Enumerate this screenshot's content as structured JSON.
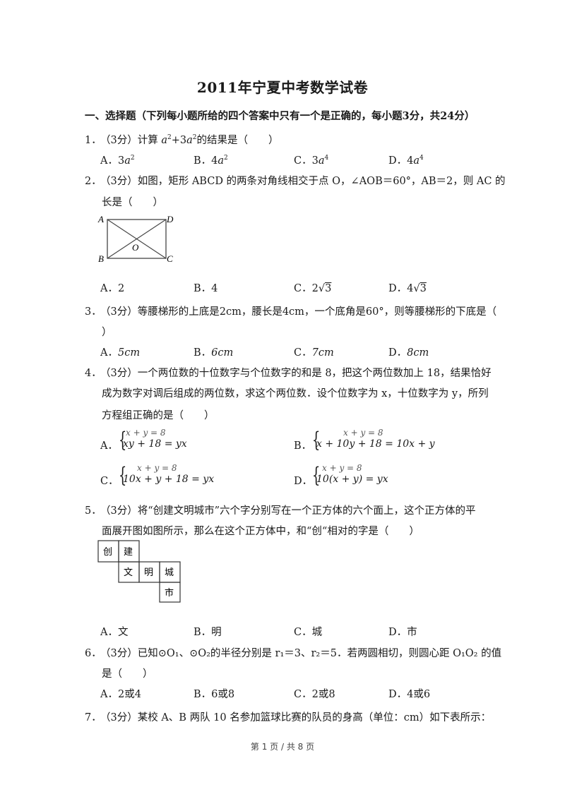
{
  "title": "2011年宁夏中考数学试卷",
  "section": "一、选择题（下列每小题所给的四个答案中只有一个是正确的，每小题3分，共24分）",
  "questions": [
    {
      "num": "1．",
      "text_prefix": "（3分）计算 ",
      "expr": {
        "a1": "a",
        "e1": "2",
        "plus": "+3",
        "a2": "a",
        "e2": "2"
      },
      "text_suffix": "的结果是（　　）",
      "options": [
        {
          "label": "A．",
          "coef": "3",
          "var": "a",
          "exp": "2"
        },
        {
          "label": "B．",
          "coef": "4",
          "var": "a",
          "exp": "2"
        },
        {
          "label": "C．",
          "coef": "3",
          "var": "a",
          "exp": "4"
        },
        {
          "label": "D．",
          "coef": "4",
          "var": "a",
          "exp": "4"
        }
      ]
    },
    {
      "num": "2．",
      "line1": "（3分）如图，矩形 ABCD 的两条对角线相交于点 O，∠AOB＝60°，AB＝2，则 AC 的",
      "line2": "长是（　　）",
      "figure": {
        "labels": {
          "A": "A",
          "B": "B",
          "C": "C",
          "D": "D",
          "O": "O"
        }
      },
      "options": [
        {
          "label": "A．",
          "value": "2"
        },
        {
          "label": "B．",
          "value": "4"
        },
        {
          "label": "C．",
          "coef": "2",
          "radicand": "3"
        },
        {
          "label": "D．",
          "coef": "4",
          "radicand": "3"
        }
      ]
    },
    {
      "num": "3．",
      "line1": "（3分）等腰梯形的上底是2cm，腰长是4cm，一个底角是60°，则等腰梯形的下底是（",
      "line2": "）",
      "options": [
        {
          "label": "A．",
          "value": "5cm"
        },
        {
          "label": "B．",
          "value": "6cm"
        },
        {
          "label": "C．",
          "value": "7cm"
        },
        {
          "label": "D．",
          "value": "8cm"
        }
      ]
    },
    {
      "num": "4．",
      "line1": "（3分）一个两位数的十位数字与个位数字的和是 8，把这个两位数加上 18，结果恰好",
      "line2": "成为数字对调后组成的两位数，求这个两位数．设个位数字为 x，十位数字为 y，所列",
      "line3": "方程组正确的是（　　）",
      "options": [
        {
          "label": "A．",
          "eq1": "x + y = 8",
          "eq2": "xy + 18 = yx"
        },
        {
          "label": "B．",
          "eq1": "x + y = 8",
          "eq2": "x + 10y + 18 = 10x + y"
        },
        {
          "label": "C．",
          "eq1": "x + y = 8",
          "eq2": "10x + y + 18 = yx"
        },
        {
          "label": "D．",
          "eq1": "x + y = 8",
          "eq2": "10(x + y) = yx"
        }
      ]
    },
    {
      "num": "5．",
      "line1": "（3分）将“创建文明城市”六个字分别写在一个正方体的六个面上，这个正方体的平",
      "line2": "面展开图如图所示，那么在这个正方体中，和“创“相对的字是（　　）",
      "net": [
        "创",
        "建",
        "文",
        "明",
        "城",
        "市"
      ],
      "options": [
        {
          "label": "A．",
          "value": "文"
        },
        {
          "label": "B．",
          "value": "明"
        },
        {
          "label": "C．",
          "value": "城"
        },
        {
          "label": "D．",
          "value": "市"
        }
      ]
    },
    {
      "num": "6．",
      "line1": "（3分）已知⊙O₁、⊙O₂的半径分别是 r₁＝3、r₂＝5．若两圆相切，则圆心距 O₁O₂ 的值",
      "line2": "是（　　）",
      "options": [
        {
          "label": "A．",
          "value": "2或4"
        },
        {
          "label": "B．",
          "value": "6或8"
        },
        {
          "label": "C．",
          "value": "2或8"
        },
        {
          "label": "D．",
          "value": "4或6"
        }
      ]
    },
    {
      "num": "7．",
      "line1": "（3分）某校 A、B 两队 10 名参加篮球比赛的队员的身高（单位：cm）如下表所示："
    }
  ],
  "footer": "第 1 页 / 共 8 页"
}
